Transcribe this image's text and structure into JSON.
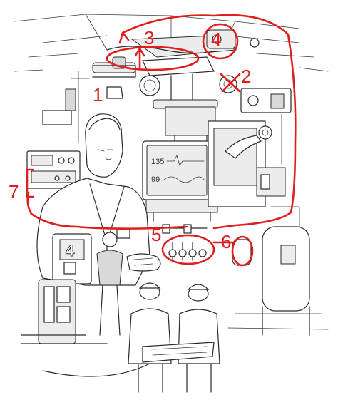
{
  "annotations": [
    {
      "label": "1",
      "color": "#e01e1e"
    },
    {
      "label": "2",
      "color": "#e01e1e"
    },
    {
      "label": "3",
      "color": "#e01e1e"
    },
    {
      "label": "4",
      "color": "#e01e1e"
    },
    {
      "label": "5",
      "color": "#e01e1e"
    },
    {
      "label": "6",
      "color": "#e01e1e"
    },
    {
      "label": "7",
      "color": "#e01e1e"
    }
  ],
  "monitor": {
    "reading_top": "135",
    "reading_bottom": "99"
  },
  "wall_panel": {
    "number": "4"
  },
  "colors": {
    "annotation": "#e01e1e",
    "line_art": "#2a2a2a",
    "fill_gray": "#d9d9d9"
  }
}
